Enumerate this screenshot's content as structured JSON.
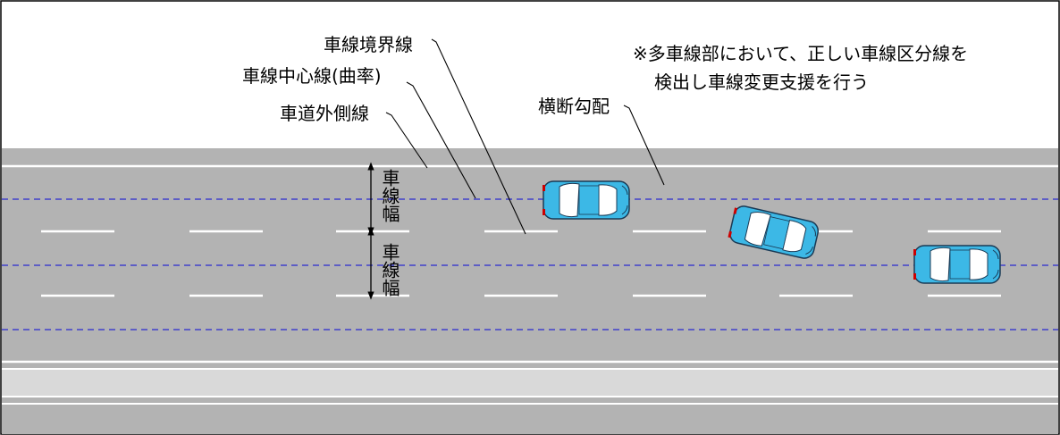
{
  "labels": {
    "lane_boundary": "車線境界線",
    "lane_center": "車線中心線(曲率)",
    "road_edge": "車道外側線",
    "cross_slope": "横断勾配",
    "lane_width_1": "車線幅",
    "lane_width_2": "車線幅"
  },
  "note": {
    "line1": "※多車線部において、正しい車線区分線を",
    "line2": "検出し車線変更支援を行う"
  },
  "colors": {
    "road": "#b3b3b3",
    "shoulder_light": "#d9d9d9",
    "marking": "#ffffff",
    "center_dashed": "#2a2ad0",
    "car_body": "#3cb8e6",
    "car_window": "#ffffff",
    "car_outline": "#1a3a55",
    "tail_light": "#cc0000"
  },
  "icons": {
    "car": "car-top-view-icon",
    "arrow": "double-arrow-icon"
  }
}
